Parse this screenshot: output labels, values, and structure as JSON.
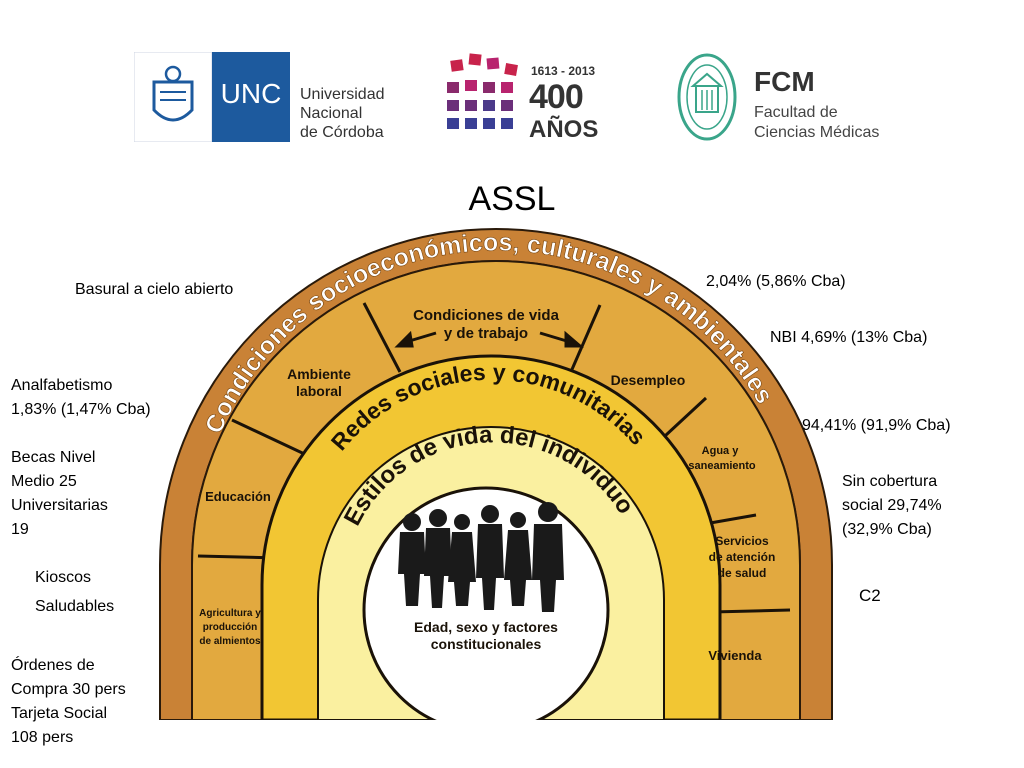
{
  "logos": {
    "unc": {
      "abbr": "UNC",
      "line1": "Universidad",
      "line2": "Nacional",
      "line3": "de Córdoba"
    },
    "anniversary": {
      "years": "1613 - 2013",
      "number": "400",
      "word": "AÑOS"
    },
    "fcm": {
      "abbr": "FCM",
      "line1": "Facultad de",
      "line2": "Ciencias Médicas"
    }
  },
  "title": "ASSL",
  "notes": {
    "basural": "Basural a cielo abierto",
    "analfabetismo": "Analfabetismo\n1,83% (1,47% Cba)",
    "becas": "Becas Nivel\nMedio  25\nUniversitarias\n19",
    "kioscos_1": "Kioscos",
    "kioscos_2": "Saludables",
    "ordenes": "Órdenes de\nCompra 30 pers\nTarjeta Social\n108 pers",
    "pct_top": "2,04%  (5,86% Cba)",
    "nbi": "NBI 4,69% (13% Cba)",
    "pct_mid": "94,41% (91,9% Cba)",
    "cobertura": "Sin cobertura\nsocial 29,74%\n(32,9% Cba)",
    "c2": "C2"
  },
  "diagram": {
    "outer_band": "Condiciones socioeconómicos, culturales y ambientales",
    "conditions_title_1": "Condiciones de vida",
    "conditions_title_2": "y de trabajo",
    "segments": {
      "agricultura_1": "Agricultura y",
      "agricultura_2": "producción",
      "agricultura_3": "de almientos",
      "educacion": "Educación",
      "ambiente_1": "Ambiente",
      "ambiente_2": "laboral",
      "desempleo": "Desempleo",
      "agua_1": "Agua y",
      "agua_2": "saneamiento",
      "servicios_1": "Servicios",
      "servicios_2": "de atención",
      "servicios_3": "de salud",
      "vivienda": "Vivienda"
    },
    "redes": "Redes sociales y comunitarias",
    "estilos": "Estilos de vida del individuo",
    "core_1": "Edad, sexo y factores",
    "core_2": "constitucionales"
  },
  "colors": {
    "outer_band": "#c98236",
    "segments": "#e2a93f",
    "redes_ring": "#f2c633",
    "estilos_ring": "#faf0a0",
    "core": "#ffffff",
    "unc_blue": "#1d5a9e"
  }
}
